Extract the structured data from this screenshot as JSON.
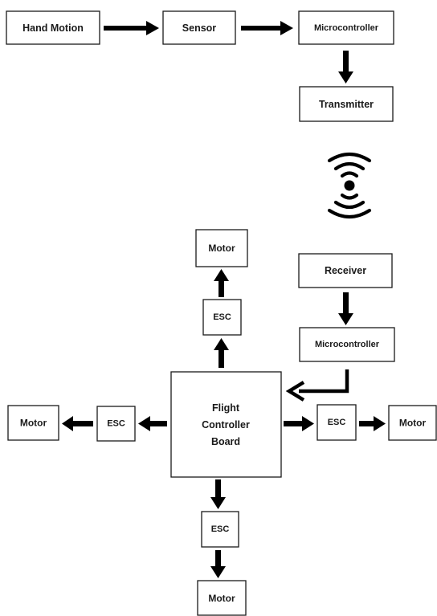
{
  "transmitter_side": {
    "hand_motion": "Hand Motion",
    "sensor": "Sensor",
    "microcontroller": "Microcontroller",
    "transmitter": "Transmitter"
  },
  "wireless_icon": "wireless-signal-icon",
  "receiver_side": {
    "receiver": "Receiver",
    "microcontroller": "Microcontroller",
    "flight_controller": [
      "Flight",
      "Controller",
      "Board"
    ],
    "esc_top": "ESC",
    "esc_left": "ESC",
    "esc_right": "ESC",
    "esc_bottom": "ESC",
    "motor_top": "Motor",
    "motor_left": "Motor",
    "motor_right": "Motor",
    "motor_bottom": "Motor"
  }
}
